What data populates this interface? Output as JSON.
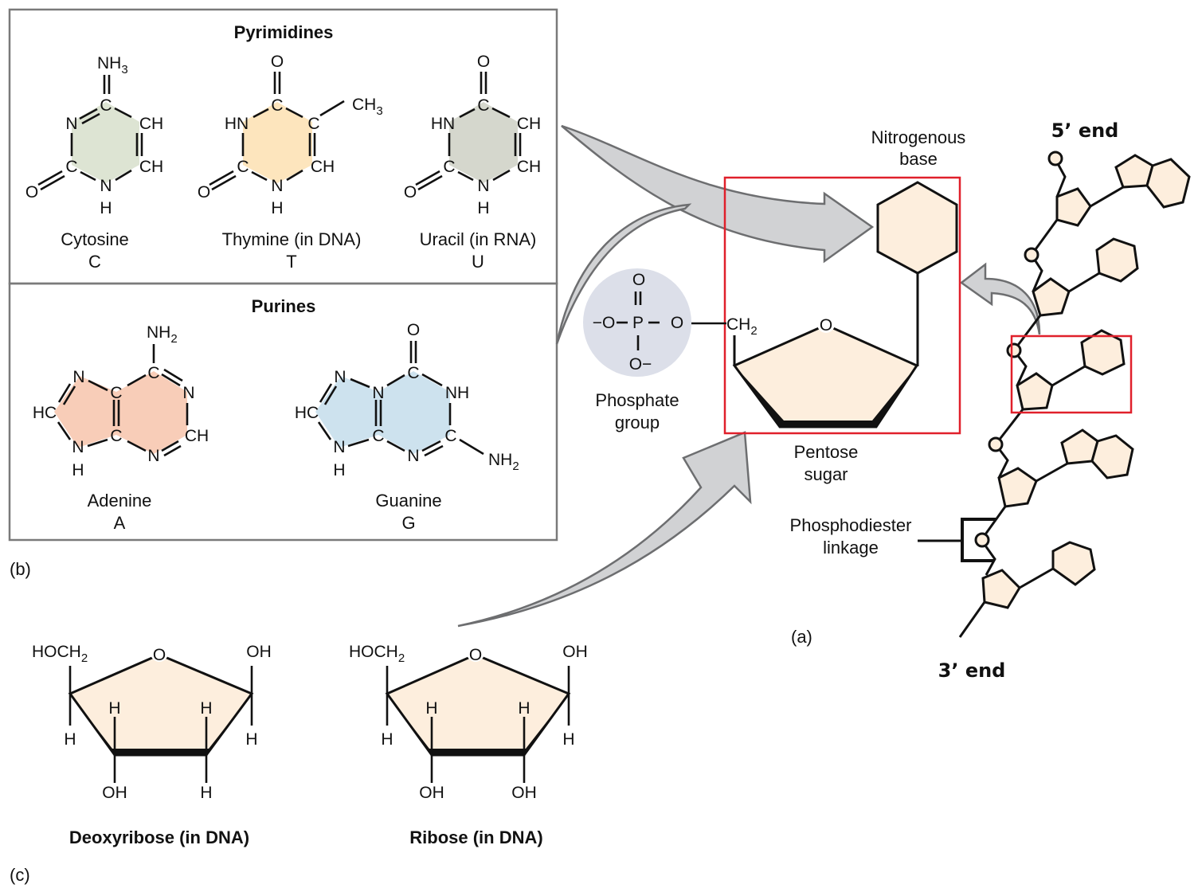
{
  "colors": {
    "cytosine_fill": "#dde4d3",
    "thymine_fill": "#fde5bd",
    "uracil_fill": "#d5d7cd",
    "adenine_fill": "#f8cdb8",
    "guanine_fill": "#cde2ee",
    "sugar_fill": "#fdeedd",
    "phosphate_fill": "#dcdfe9",
    "highlight_box": "#e0202b",
    "arrow_fill": "#d1d2d4",
    "arrow_stroke": "#6d6e70",
    "panel_border": "#7a7a7a"
  },
  "panel_b": {
    "label": "(b)",
    "pyrimidines": {
      "title": "Pyrimidines",
      "bases": [
        {
          "name": "Cytosine",
          "letter": "C",
          "substituent_top": "NH",
          "substituent_top_sub": "3"
        },
        {
          "name": "Thymine (in DNA)",
          "letter": "T",
          "substituent_top": "O",
          "methyl": "CH",
          "methyl_sub": "3"
        },
        {
          "name": "Uracil (in RNA)",
          "letter": "U",
          "substituent_top": "O"
        }
      ]
    },
    "purines": {
      "title": "Purines",
      "bases": [
        {
          "name": "Adenine",
          "letter": "A",
          "substituent_top": "NH",
          "substituent_top_sub": "2"
        },
        {
          "name": "Guanine",
          "letter": "G",
          "substituent_top": "O",
          "amino": "NH",
          "amino_sub": "2"
        }
      ]
    }
  },
  "atoms": {
    "N": "N",
    "C": "C",
    "CH": "CH",
    "H": "H",
    "O": "O",
    "HN": "HN",
    "NH": "NH",
    "HC": "HC",
    "P": "P",
    "OH": "OH",
    "HOCH": "HOCH",
    "CH2": "CH",
    "two": "2",
    "neg_O": "−O",
    "O_neg": "O−"
  },
  "panel_a": {
    "label": "(a)",
    "nitrogenous_base_label": [
      "Nitrogenous",
      "base"
    ],
    "phosphate_label": [
      "Phosphate",
      "group"
    ],
    "pentose_label": [
      "Pentose",
      "sugar"
    ],
    "phosphodiester_label": [
      "Phosphodiester",
      "linkage"
    ],
    "five_prime": "5’ end",
    "three_prime": "3’ end"
  },
  "panel_c": {
    "label": "(c)",
    "sugars": [
      {
        "name": "Deoxyribose (in DNA)",
        "c2_bottom": "OH",
        "c3_bottom": "H"
      },
      {
        "name": "Ribose (in DNA)",
        "c2_bottom": "OH",
        "c3_bottom": "OH"
      }
    ]
  }
}
